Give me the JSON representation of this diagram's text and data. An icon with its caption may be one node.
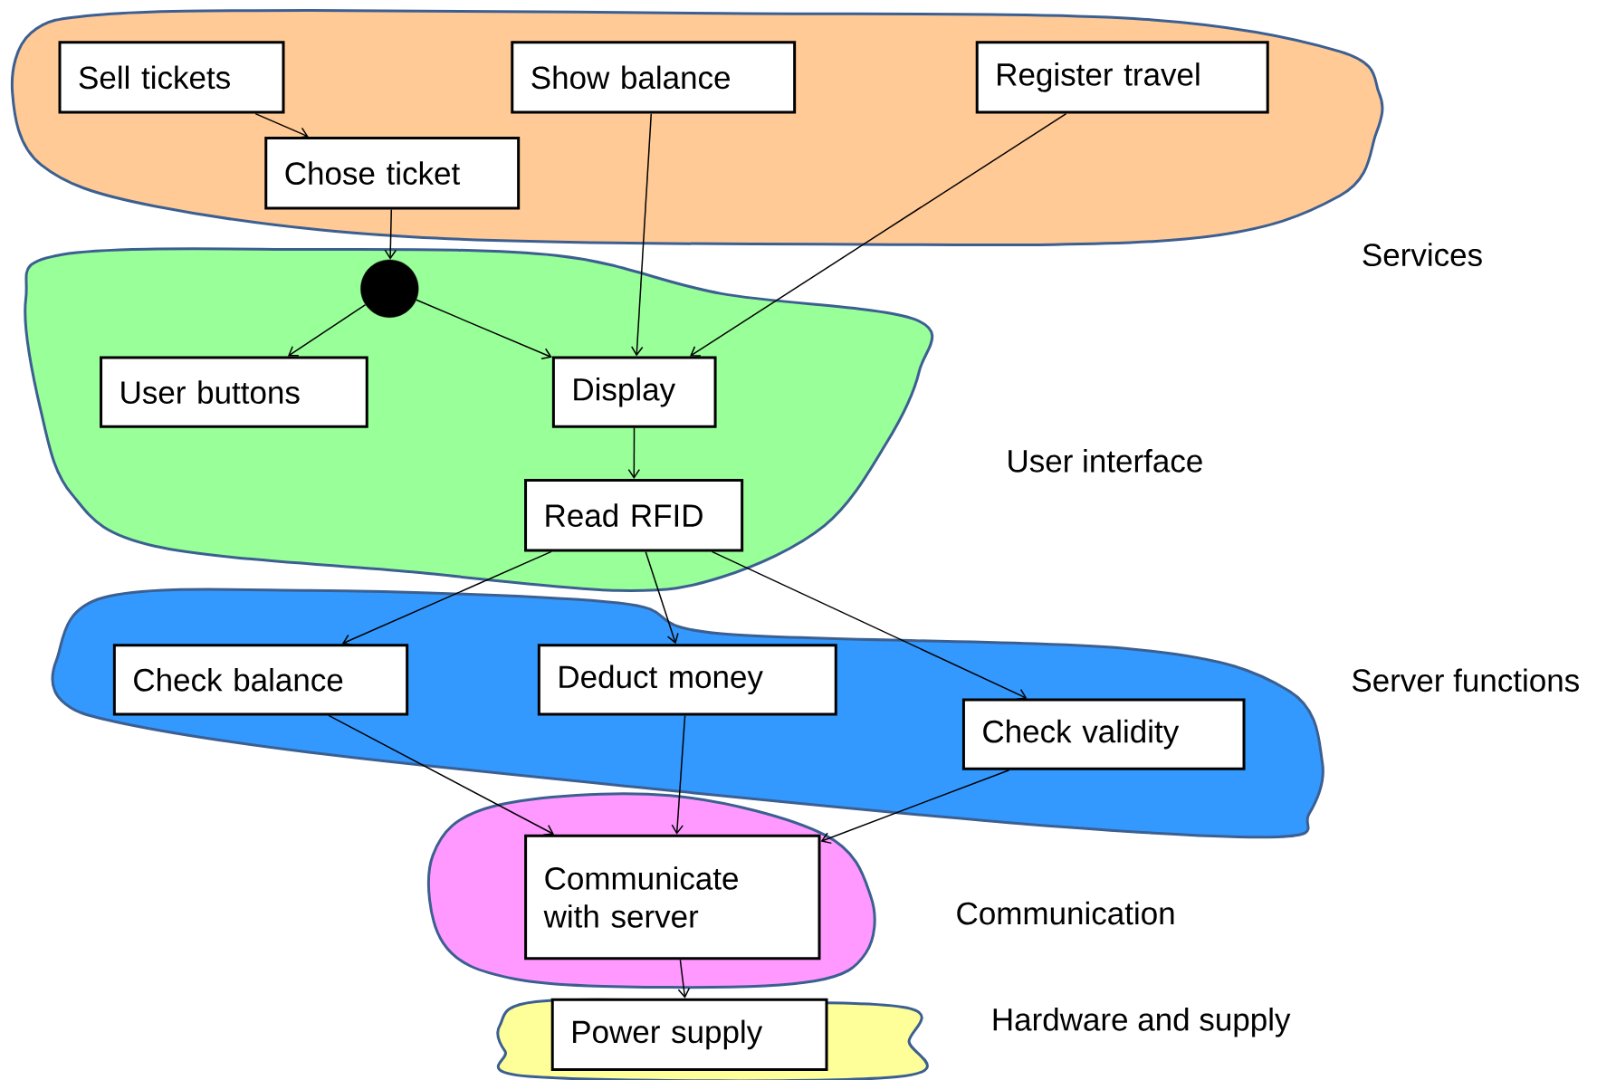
{
  "diagram": {
    "nodes": [
      {
        "text": [
          "Services"
        ]
      },
      {
        "text": [
          "Sell tickets"
        ],
        "in": 0
      },
      {
        "text": [
          "Show balance"
        ],
        "in": 0
      },
      {
        "text": [
          "Register travel"
        ],
        "in": 0
      },
      {
        "text": [
          "Chose ticket"
        ],
        "in": 0
      },
      {
        "text": [
          "User interface"
        ]
      },
      {
        "text": [],
        "shape": "circle",
        "in": 5
      },
      {
        "text": [
          "User buttons"
        ],
        "in": 5
      },
      {
        "text": [
          "Display"
        ],
        "in": 5
      },
      {
        "text": [
          "Read RFID"
        ],
        "in": 5
      },
      {
        "text": [
          "Server functions"
        ]
      },
      {
        "text": [
          "Check balance"
        ],
        "in": 10
      },
      {
        "text": [
          "Deduct money"
        ],
        "in": 10
      },
      {
        "text": [
          "Check validity"
        ],
        "in": 10
      },
      {
        "text": [
          "Communication"
        ]
      },
      {
        "text": [
          "Communicate with server"
        ],
        "in": 14
      },
      {
        "text": [
          "Hardware and supply"
        ]
      },
      {
        "text": [
          "Power supply"
        ],
        "in": 16
      }
    ],
    "edges": [
      {
        "from": 1,
        "to": 4,
        "arrow": "to"
      },
      {
        "from": 4,
        "to": 6,
        "arrow": "to"
      },
      {
        "from": 6,
        "to": 7,
        "arrow": "to"
      },
      {
        "from": 6,
        "to": 8,
        "arrow": "to"
      },
      {
        "from": 2,
        "to": 8,
        "arrow": "to"
      },
      {
        "from": 3,
        "to": 8,
        "arrow": "to"
      },
      {
        "from": 8,
        "to": 9,
        "arrow": "to"
      },
      {
        "from": 9,
        "to": 11,
        "arrow": "to"
      },
      {
        "from": 9,
        "to": 12,
        "arrow": "to"
      },
      {
        "from": 9,
        "to": 13,
        "arrow": "to"
      },
      {
        "from": 11,
        "to": 15,
        "arrow": "to"
      },
      {
        "from": 12,
        "to": 15,
        "arrow": "to"
      },
      {
        "from": 13,
        "to": 15,
        "arrow": "to"
      },
      {
        "from": 15,
        "to": 17,
        "arrow": "to"
      }
    ]
  }
}
